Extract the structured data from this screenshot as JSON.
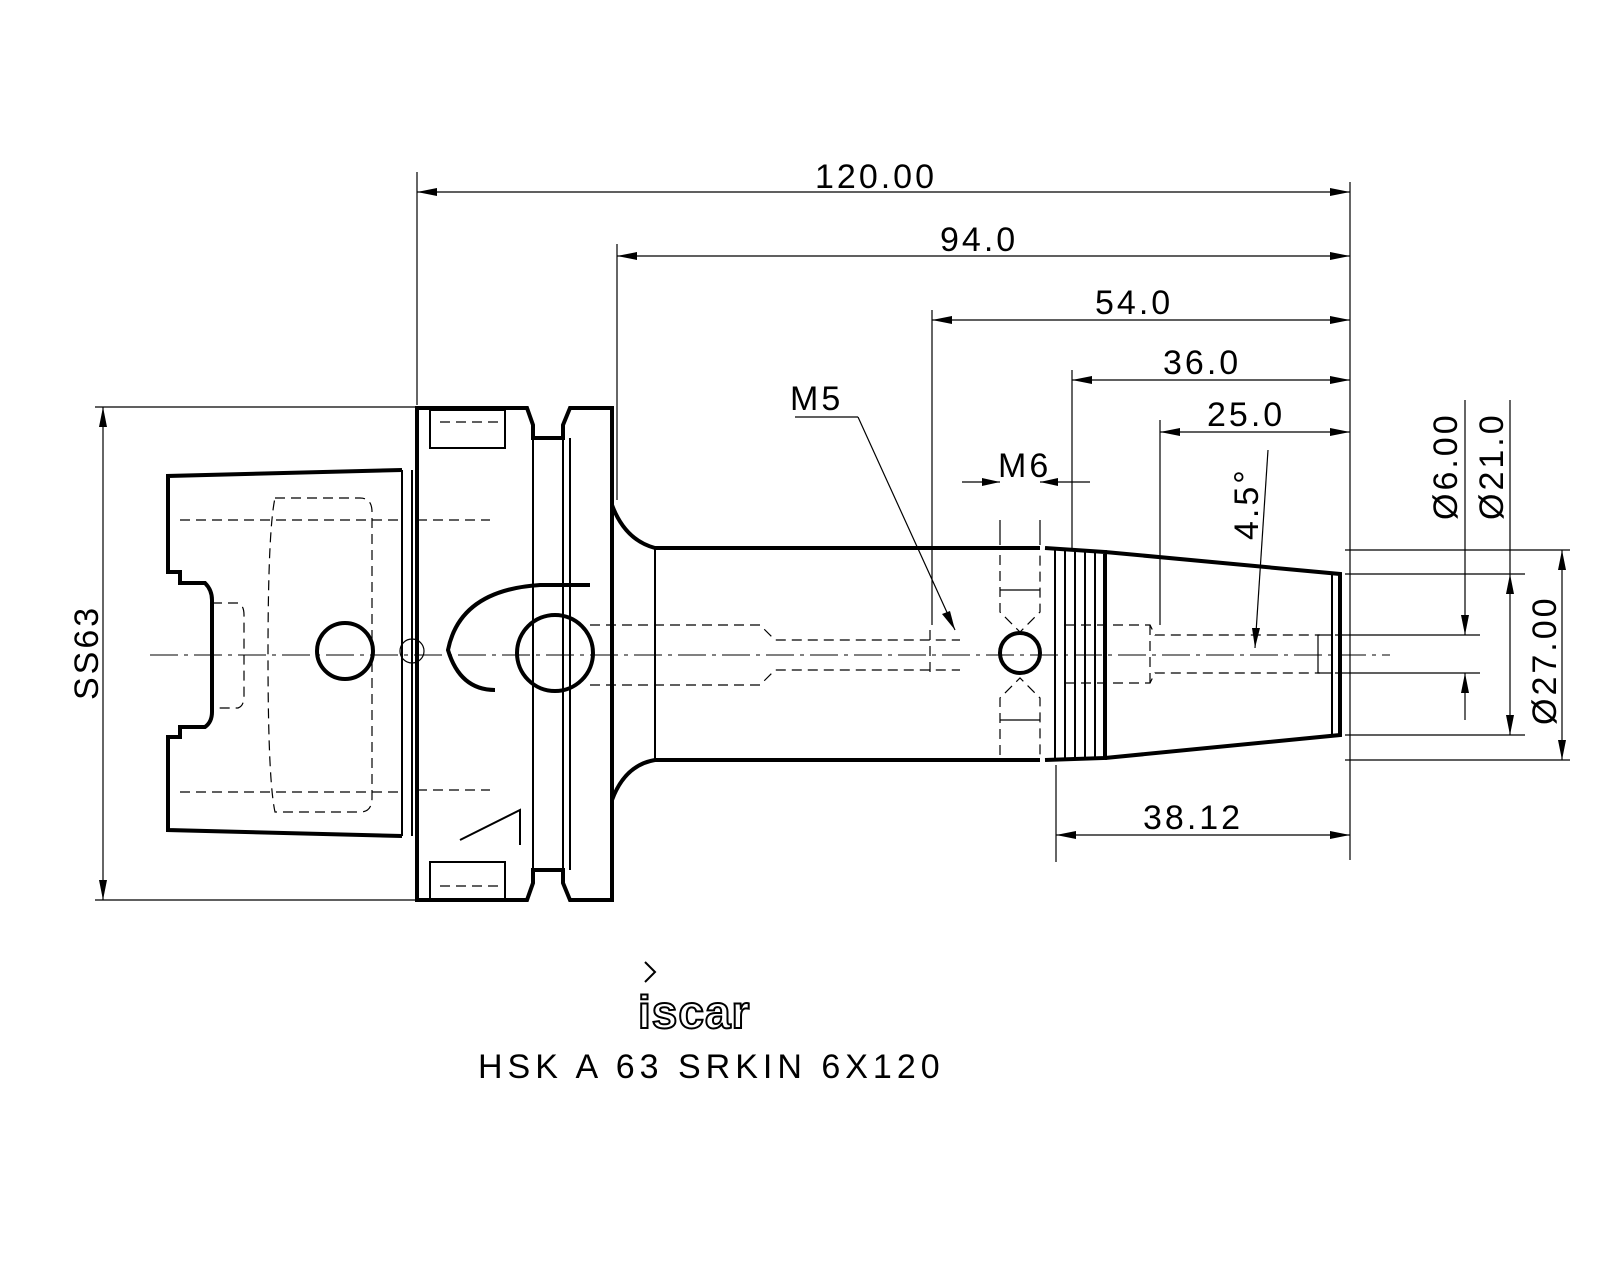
{
  "drawing": {
    "title": "HSK A 63 SRKIN 6X120",
    "logo_text": "iscar",
    "dimensions": {
      "overall_length": "120.00",
      "length_94": "94.0",
      "length_54": "54.0",
      "length_36": "36.0",
      "length_25": "25.0",
      "thread_length": "38.12",
      "shank_size": "SS63",
      "bore_diameter": "Ø6.00",
      "tip_diameter": "Ø21.0",
      "body_diameter": "Ø27.00",
      "taper_angle": "4.5°",
      "thread_m5": "M5",
      "thread_m6": "M6"
    },
    "line_color": "#000000",
    "background_color": "#ffffff"
  }
}
